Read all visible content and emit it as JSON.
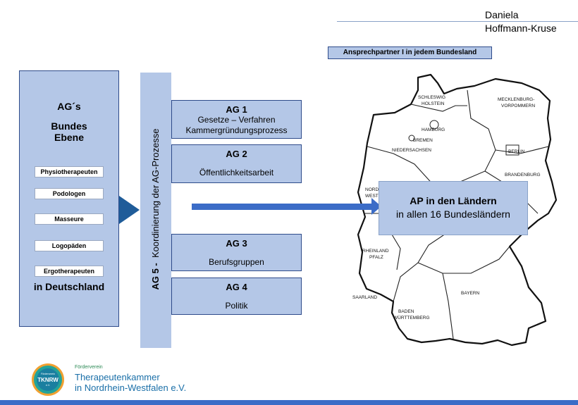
{
  "author": {
    "first": "Daniela",
    "last": "Hoffmann-Kruse"
  },
  "banner": "Ansprechpartner  I  in jedem Bundesland",
  "left_panel": {
    "title_1": "AG´s",
    "title_2": "Bundes",
    "title_3": "Ebene",
    "items": [
      "Physiotherapeuten",
      "Podologen",
      "Masseure",
      "Logopäden",
      "Ergotherapeuten"
    ],
    "footer": "in Deutschland"
  },
  "ag5": {
    "prefix": "AG 5 -",
    "label": "Koordinierung der AG-Prozesse"
  },
  "ag_boxes": [
    {
      "title": "AG 1",
      "line1": "Gesetze – Verfahren",
      "line2": "Kammergründungsprozess"
    },
    {
      "title": "AG 2",
      "line1": "Öffentlichkeitsarbeit"
    },
    {
      "title": "AG 3",
      "line1": "Berufsgruppen"
    },
    {
      "title": "AG 4",
      "line1": "Politik"
    }
  ],
  "ap_box": {
    "title": "AP in den Ländern",
    "subtitle": "in allen 16 Bundesländern"
  },
  "map_labels": {
    "sh1": "SCHLESWIG",
    "sh2": "HOLSTEIN",
    "mv1": "MECKLENBURG-",
    "mv2": "VORPOMMERN",
    "hh": "HAMBURG",
    "hb": "BREMEN",
    "ni": "NIEDERSACHSEN",
    "be": "BERLIN",
    "bb": "BRANDENBURG",
    "nrw1": "NORDRHEIN-",
    "nrw2": "WESTFALEN",
    "rp1": "RHEINLAND",
    "rp2": "PFALZ",
    "sl": "SAARLAND",
    "bw1": "BADEN",
    "bw2": "WÜRTTEMBERG",
    "by": "BAYERN"
  },
  "logo": {
    "badge_small": "Förderverein",
    "badge": "TKNRW",
    "badge_ev": "e.V.",
    "subtitle": "Förderverein",
    "line1": "Therapeutenkammer",
    "line2": "in Nordrhein-Westfalen e.V."
  },
  "colors": {
    "accent": "#b4c7e7",
    "border": "#2e4b8a",
    "arrow": "#3b6cc7",
    "triangle": "#1f5c99"
  }
}
